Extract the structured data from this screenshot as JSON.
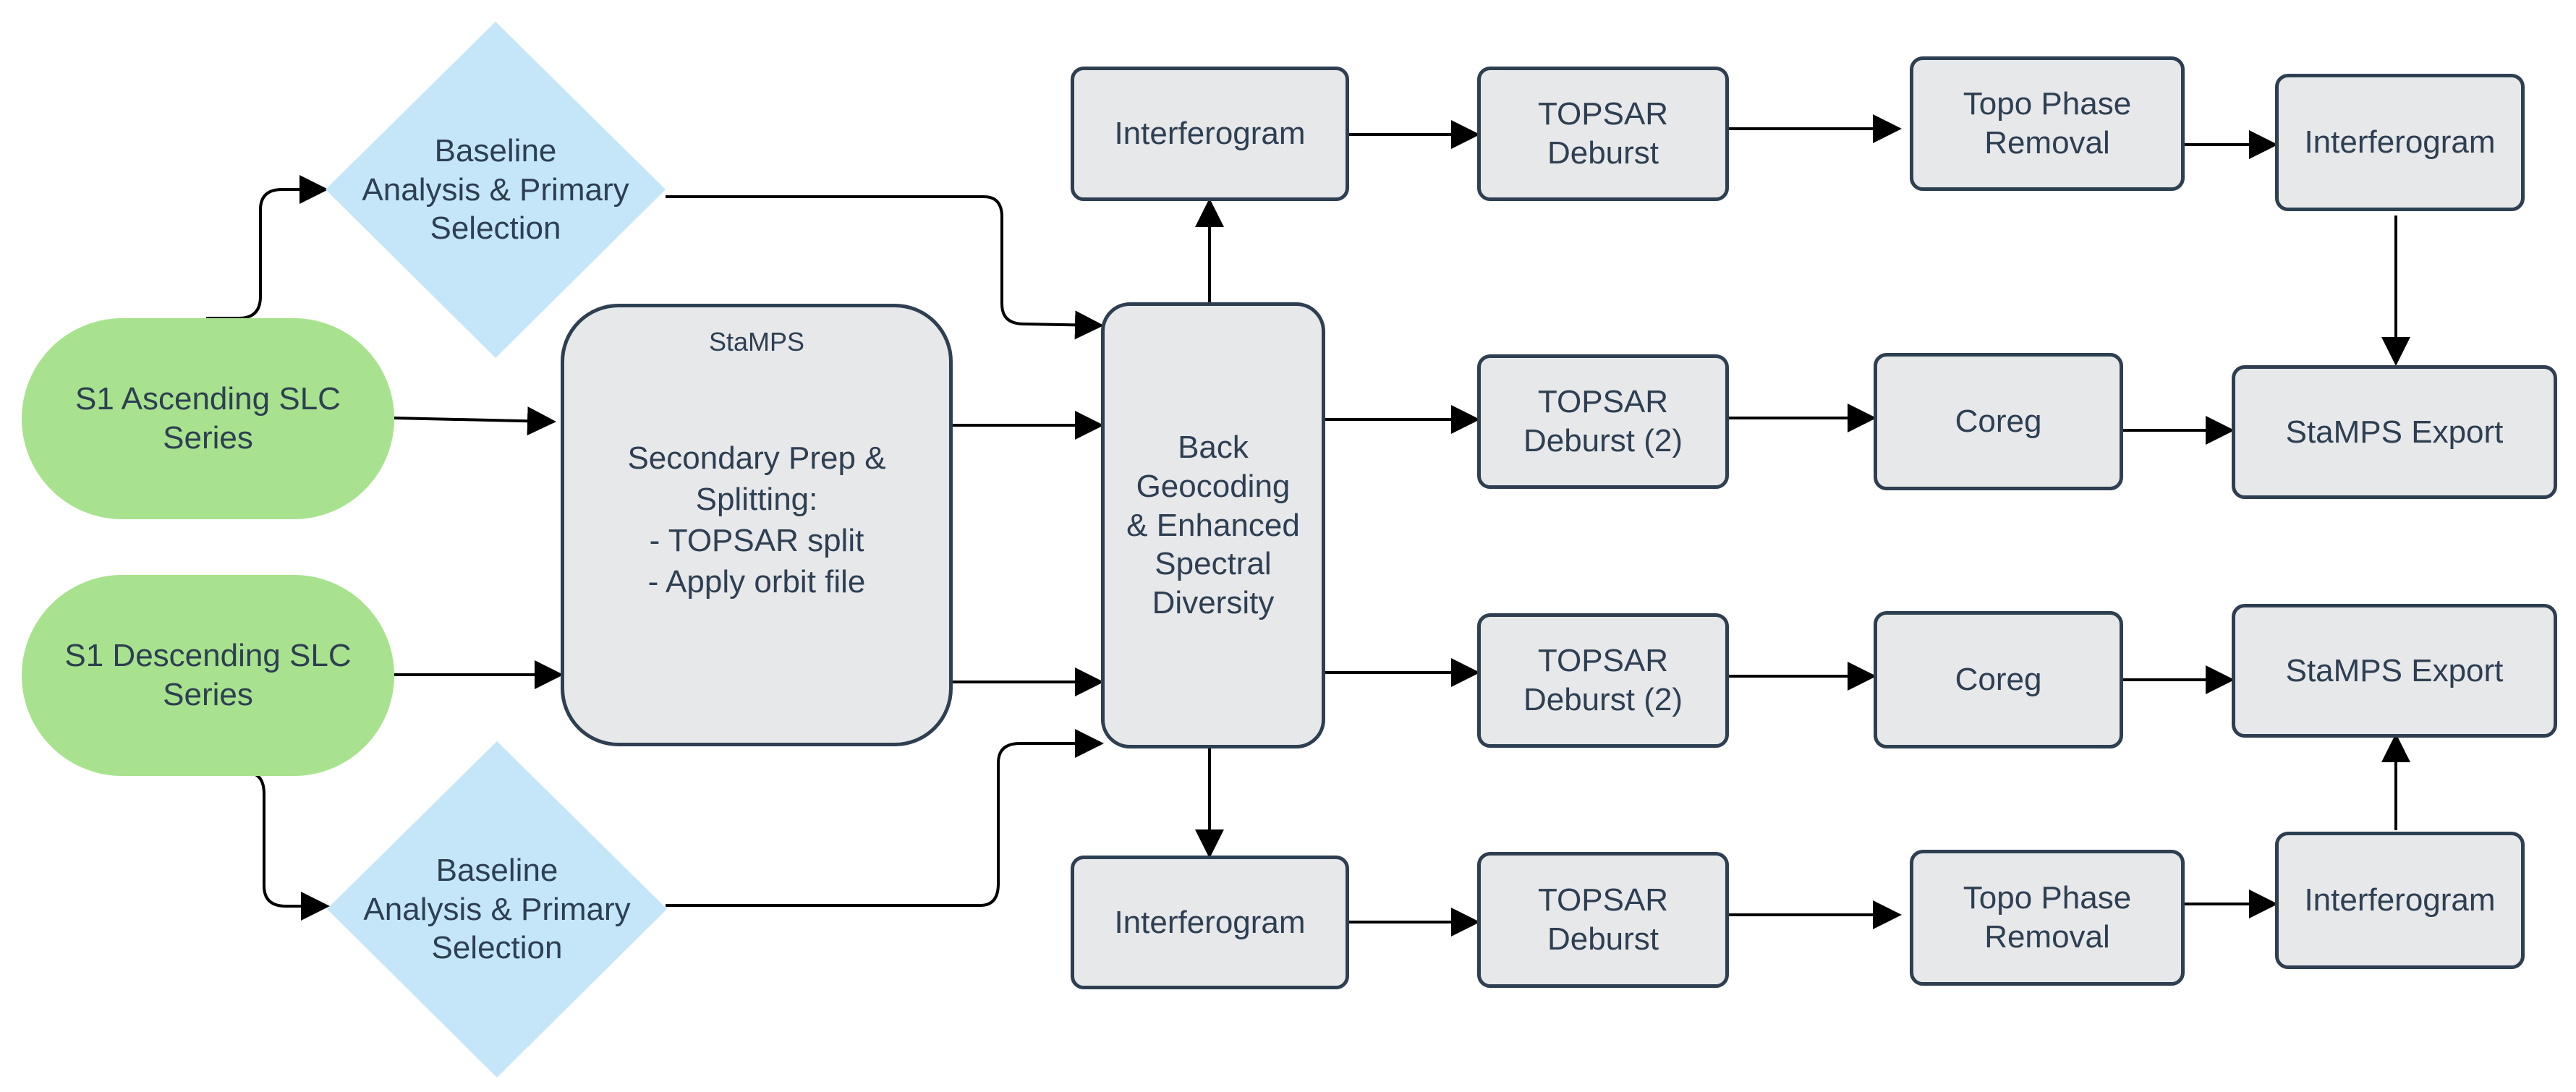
{
  "colors": {
    "box_fill": "#e6e8ea",
    "box_border": "#2e3f52",
    "oval_fill": "#a8e28e",
    "diamond_fill": "#c4e6f8",
    "text": "#2e3f52",
    "arrow": "#000000"
  },
  "nodes": {
    "s1_ascending": "S1 Ascending SLC\nSeries",
    "s1_descending": "S1 Descending SLC\nSeries",
    "baseline_top": "Baseline\nAnalysis & Primary\nSelection",
    "baseline_bottom": "Baseline\nAnalysis & Primary\nSelection",
    "stamps_title": "StaMPS",
    "stamps_body": "Secondary Prep &\nSplitting:\n- TOPSAR split\n- Apply orbit file",
    "back_geocoding": "Back\nGeocoding\n& Enhanced\nSpectral\nDiversity",
    "interferogram_top": "Interferogram",
    "deburst_top": "TOPSAR\nDeburst",
    "topo_top": "Topo Phase\nRemoval",
    "interferogram_top_right": "Interferogram",
    "deburst_mid_upper": "TOPSAR\nDeburst (2)",
    "coreg_upper": "Coreg",
    "stamps_export_upper": "StaMPS Export",
    "deburst_mid_lower": "TOPSAR\nDeburst (2)",
    "coreg_lower": "Coreg",
    "stamps_export_lower": "StaMPS Export",
    "interferogram_bottom": "Interferogram",
    "deburst_bottom": "TOPSAR\nDeburst",
    "topo_bottom": "Topo Phase\nRemoval",
    "interferogram_bottom_right": "Interferogram"
  }
}
